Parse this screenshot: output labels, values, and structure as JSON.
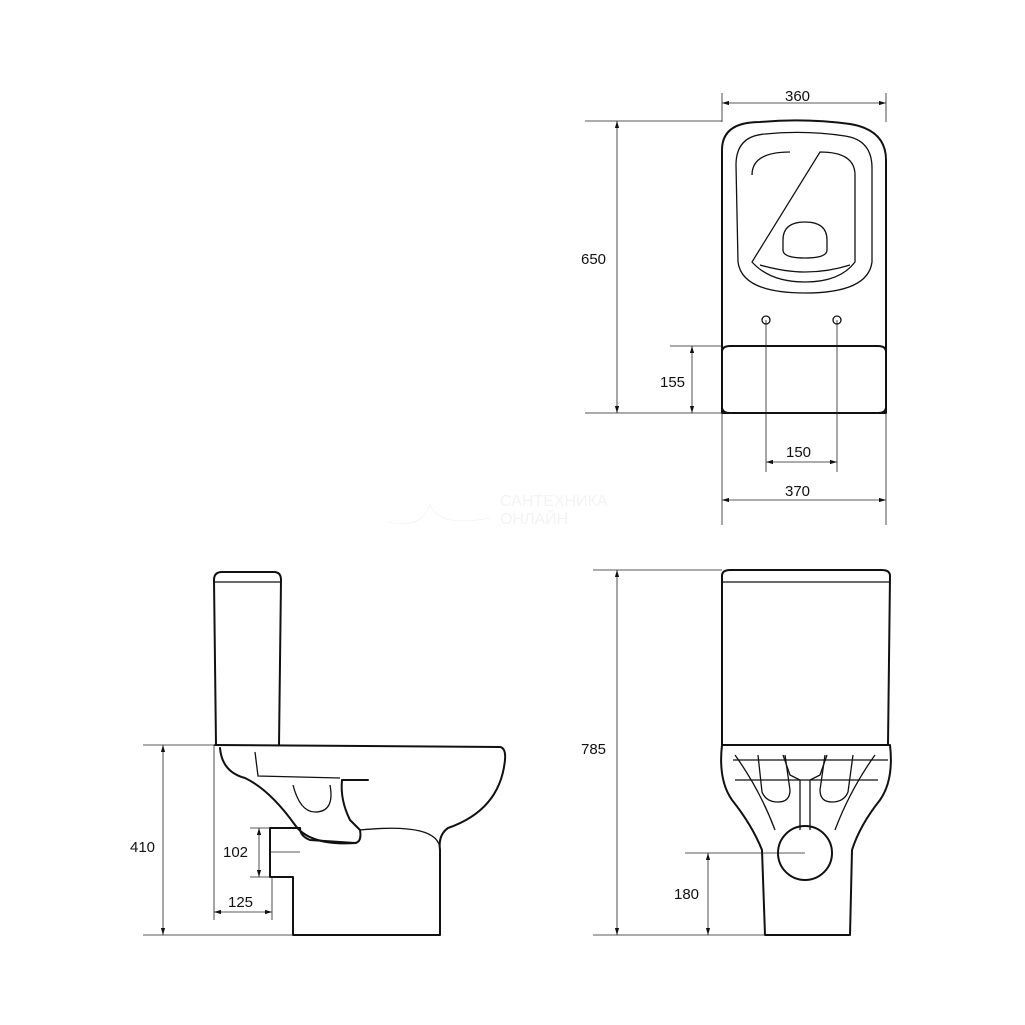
{
  "watermark": {
    "line1": "САНТЕХНИКА",
    "line2": "ОНЛАЙН"
  },
  "top_view": {
    "width_top": "360",
    "length": "650",
    "tank_depth": "155",
    "bolt_spacing": "150",
    "width_bottom": "370"
  },
  "side_view": {
    "seat_height": "410",
    "outlet_diameter": "102",
    "outlet_offset": "125"
  },
  "front_view": {
    "total_height": "785",
    "outlet_height": "180"
  }
}
